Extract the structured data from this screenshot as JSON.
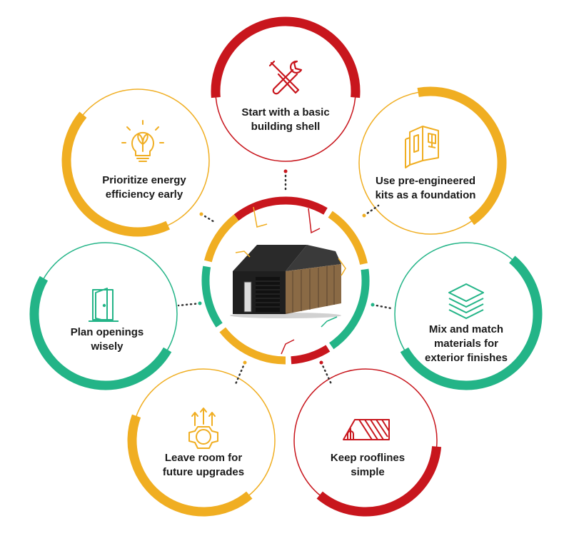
{
  "colors": {
    "red": "#c8161d",
    "yellow": "#f0ae22",
    "green": "#23b487",
    "text": "#1a1a1a"
  },
  "hub": {
    "image": "metal-garage-building",
    "segments": [
      "red",
      "yellow",
      "green",
      "red",
      "yellow",
      "yellow"
    ]
  },
  "steps": [
    {
      "id": "start",
      "icon": "tools-icon",
      "color": "red",
      "lines": [
        "Start with a basic",
        "building shell"
      ]
    },
    {
      "id": "kits",
      "icon": "building-frame-icon",
      "color": "yellow",
      "lines": [
        "Use pre-engineered",
        "kits as a foundation"
      ]
    },
    {
      "id": "materials",
      "icon": "layers-icon",
      "color": "green",
      "lines": [
        "Mix and match",
        "materials for",
        "exterior finishes"
      ]
    },
    {
      "id": "roof",
      "icon": "roof-icon",
      "color": "red",
      "lines": [
        "Keep rooflines",
        "simple"
      ]
    },
    {
      "id": "upgrades",
      "icon": "gear-upgrade-icon",
      "color": "yellow",
      "lines": [
        "Leave room for",
        "future upgrades"
      ]
    },
    {
      "id": "openings",
      "icon": "door-icon",
      "color": "green",
      "lines": [
        "Plan openings",
        "wisely"
      ]
    },
    {
      "id": "energy",
      "icon": "lightbulb-icon",
      "color": "yellow",
      "lines": [
        "Prioritize energy",
        "efficiency early"
      ]
    }
  ]
}
